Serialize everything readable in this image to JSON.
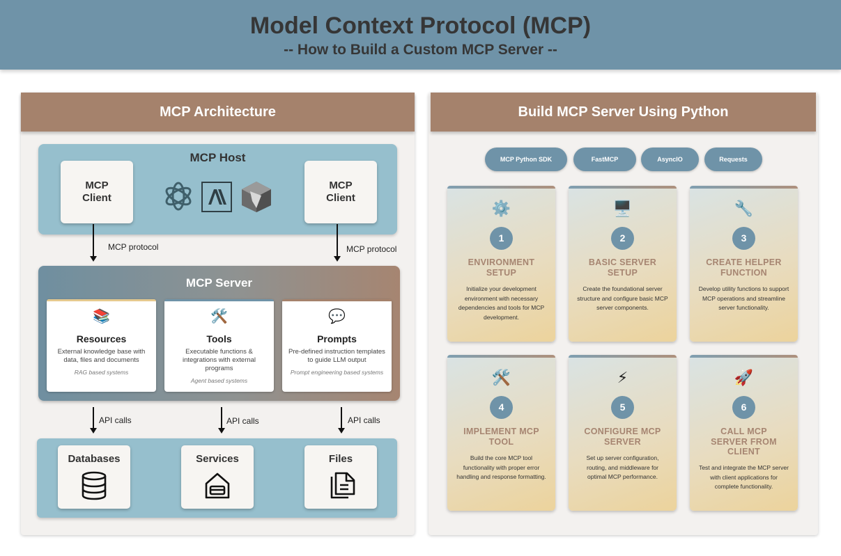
{
  "header": {
    "title": "Model Context Protocol (MCP)",
    "subtitle": "-- How to Build a Custom MCP Server --"
  },
  "architecture": {
    "panel_title": "MCP Architecture",
    "host_title": "MCP Host",
    "client_label": "MCP\nClient",
    "logos": [
      "openai-logo",
      "anthropic-logo",
      "perplexity-logo"
    ],
    "protocol_label": "MCP protocol",
    "server_title": "MCP Server",
    "server_cards": [
      {
        "icon": "books-icon",
        "glyph": "📚",
        "title": "Resources",
        "desc": "External knowledge base with data, files and documents",
        "sub": "RAG based systems"
      },
      {
        "icon": "tools-icon",
        "glyph": "🛠️",
        "title": "Tools",
        "desc": "Executable functions & integrations with external programs",
        "sub": "Agent based systems"
      },
      {
        "icon": "speech-bubble-icon",
        "glyph": "💬",
        "title": "Prompts",
        "desc": "Pre-defined instruction templates to guide LLM output",
        "sub": "Prompt engineering based systems"
      }
    ],
    "api_label": "API calls",
    "stores": [
      {
        "label": "Databases",
        "icon": "database-icon"
      },
      {
        "label": "Services",
        "icon": "services-icon"
      },
      {
        "label": "Files",
        "icon": "files-icon"
      }
    ]
  },
  "build": {
    "panel_title": "Build MCP Server Using Python",
    "pills": [
      "MCP Python SDK",
      "FastMCP",
      "AsyncIO",
      "Requests"
    ],
    "steps": [
      {
        "num": "1",
        "icon": "gear-icon",
        "glyph": "⚙️",
        "title": "ENVIRONMENT SETUP",
        "desc": "Initialize your development environment with necessary dependencies and tools for MCP development."
      },
      {
        "num": "2",
        "icon": "computer-icon",
        "glyph": "🖥️",
        "title": "BASIC SERVER SETUP",
        "desc": "Create the foundational server structure and configure basic MCP server components."
      },
      {
        "num": "3",
        "icon": "wrench-icon",
        "glyph": "🔧",
        "title": "CREATE HELPER FUNCTION",
        "desc": "Develop utility functions to support MCP operations and streamline server functionality."
      },
      {
        "num": "4",
        "icon": "tools-icon",
        "glyph": "🛠️",
        "title": "IMPLEMENT MCP TOOL",
        "desc": "Build the core MCP tool functionality with proper error handling and response formatting."
      },
      {
        "num": "5",
        "icon": "lightning-icon",
        "glyph": "⚡",
        "title": "CONFIGURE MCP SERVER",
        "desc": "Set up server configuration, routing, and middleware for optimal MCP performance."
      },
      {
        "num": "6",
        "icon": "rocket-icon",
        "glyph": "🚀",
        "title": "CALL MCP SERVER FROM CLIENT",
        "desc": "Test and integrate the MCP server with client applications for complete functionality."
      }
    ]
  },
  "colors": {
    "header_bg": "#6f93a8",
    "panel_head_bg": "#a5826c",
    "host_bg": "#96bfcd",
    "step_title": "#a68571"
  }
}
